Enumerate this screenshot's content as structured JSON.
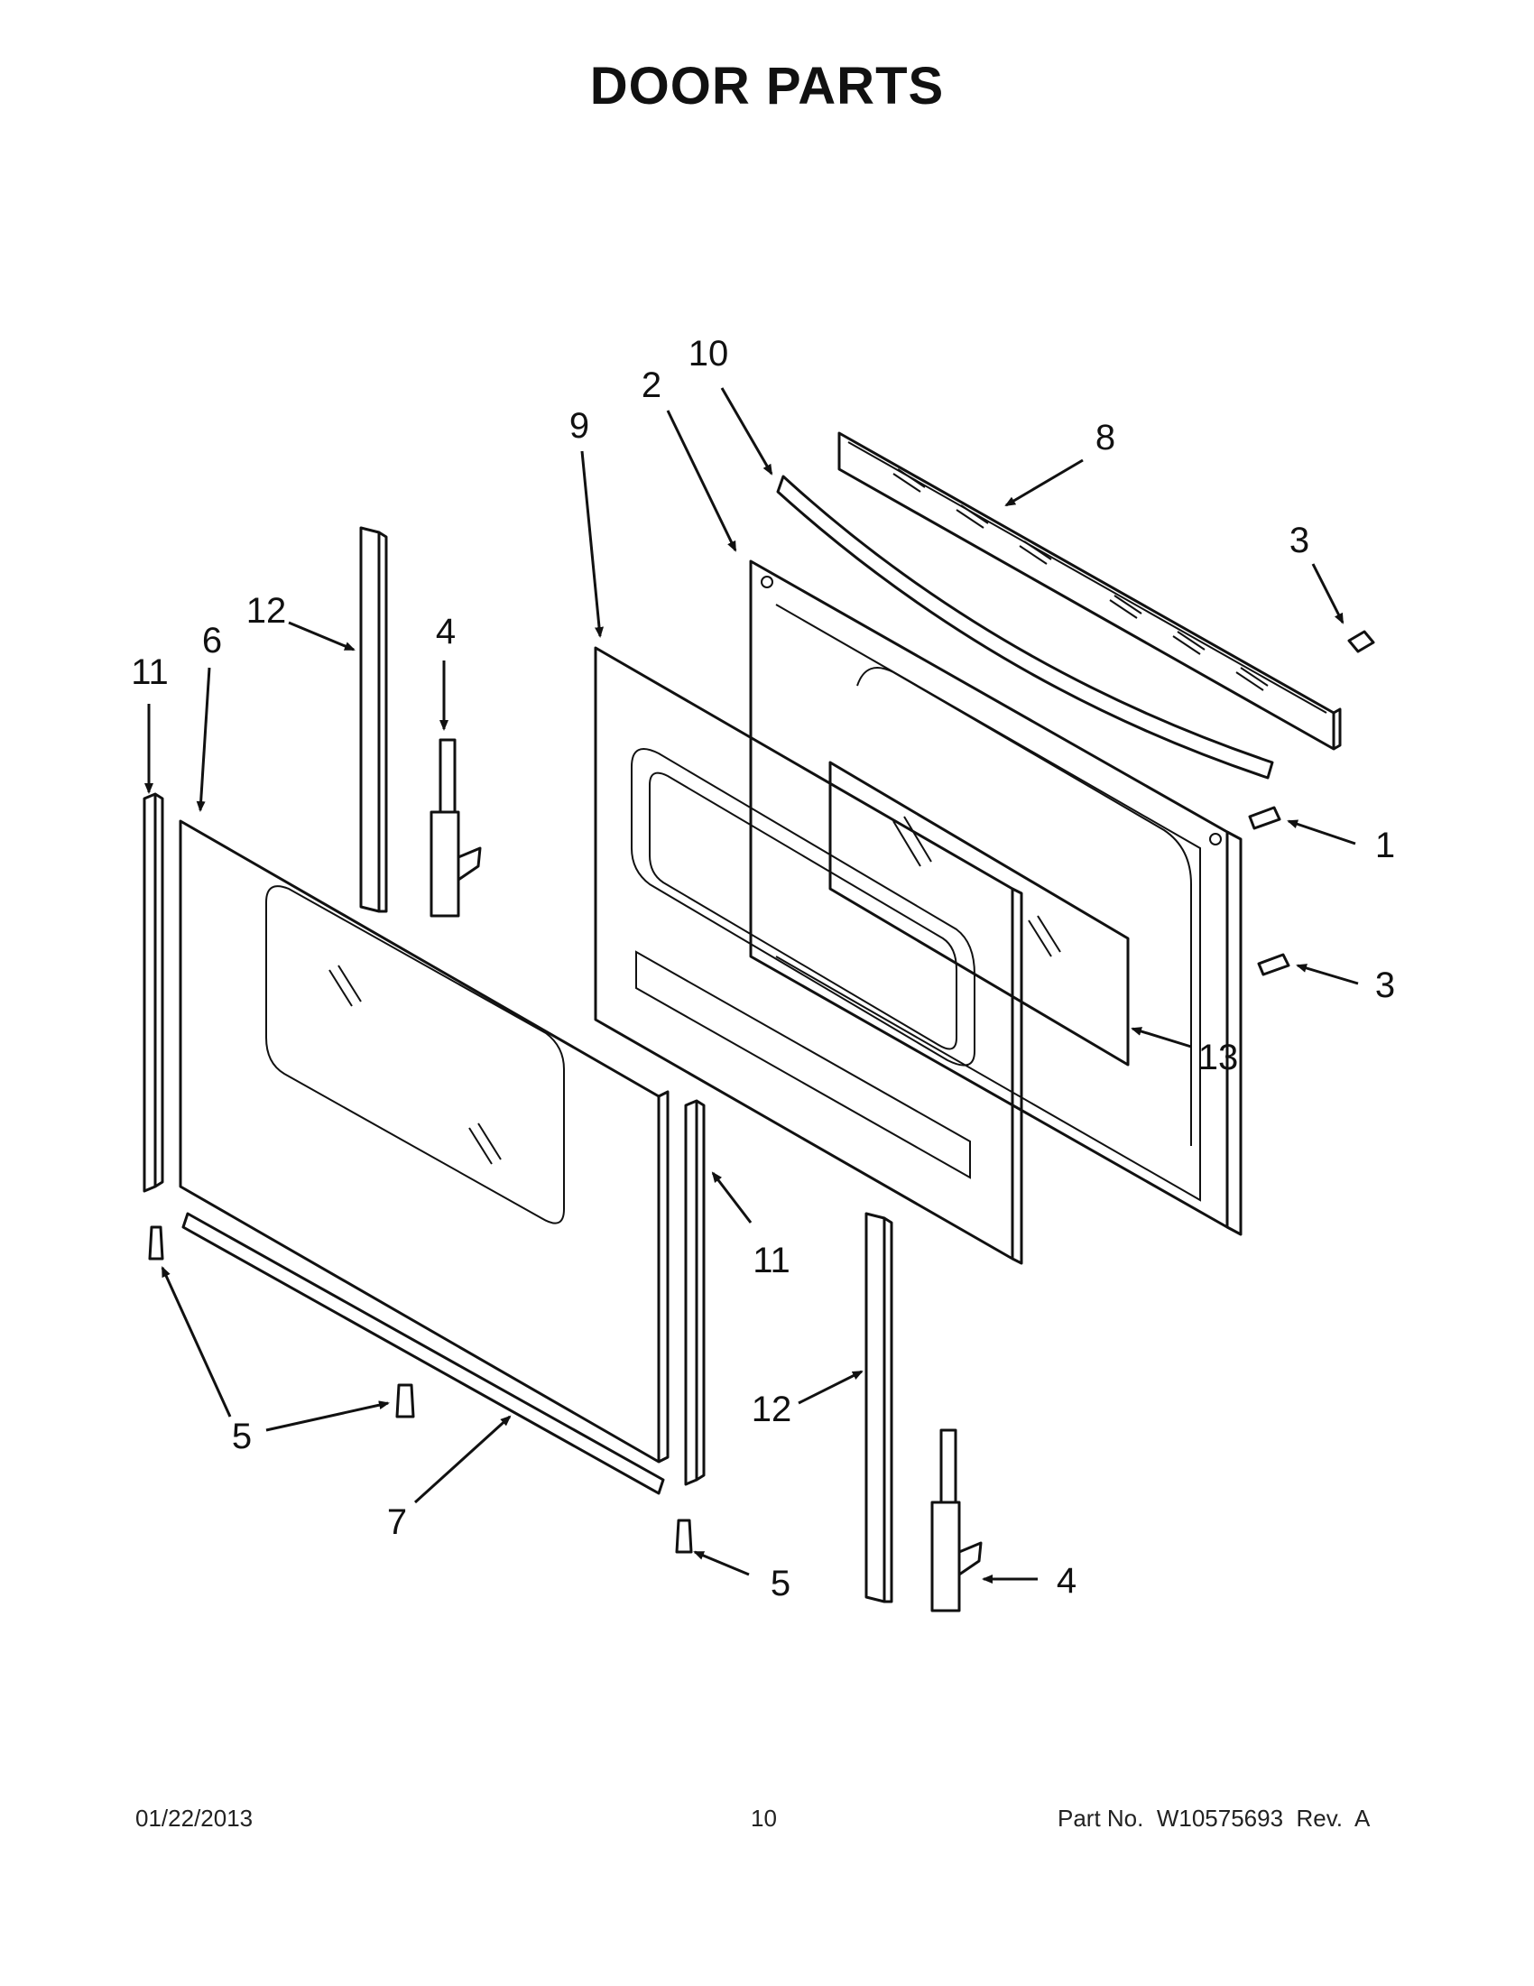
{
  "header": {
    "title": "DOOR PARTS"
  },
  "callouts": [
    {
      "id": "c10a",
      "text": "10"
    },
    {
      "id": "c2a",
      "text": "2"
    },
    {
      "id": "c9a",
      "text": "9"
    },
    {
      "id": "c8a",
      "text": "8"
    },
    {
      "id": "c3a",
      "text": "3"
    },
    {
      "id": "c12a",
      "text": "12"
    },
    {
      "id": "c4a",
      "text": "4"
    },
    {
      "id": "c11a",
      "text": "11"
    },
    {
      "id": "c6a",
      "text": "6"
    },
    {
      "id": "c1a",
      "text": "1"
    },
    {
      "id": "c3b",
      "text": "3"
    },
    {
      "id": "c13a",
      "text": "13"
    },
    {
      "id": "c11b",
      "text": "11"
    },
    {
      "id": "c12b",
      "text": "12"
    },
    {
      "id": "c5a",
      "text": "5"
    },
    {
      "id": "c7a",
      "text": "7"
    },
    {
      "id": "c5b",
      "text": "5"
    },
    {
      "id": "c4b",
      "text": "4"
    }
  ],
  "footer": {
    "date": "01/22/2013",
    "page": "10",
    "part_number": "Part No.  W10575693  Rev.  A"
  }
}
